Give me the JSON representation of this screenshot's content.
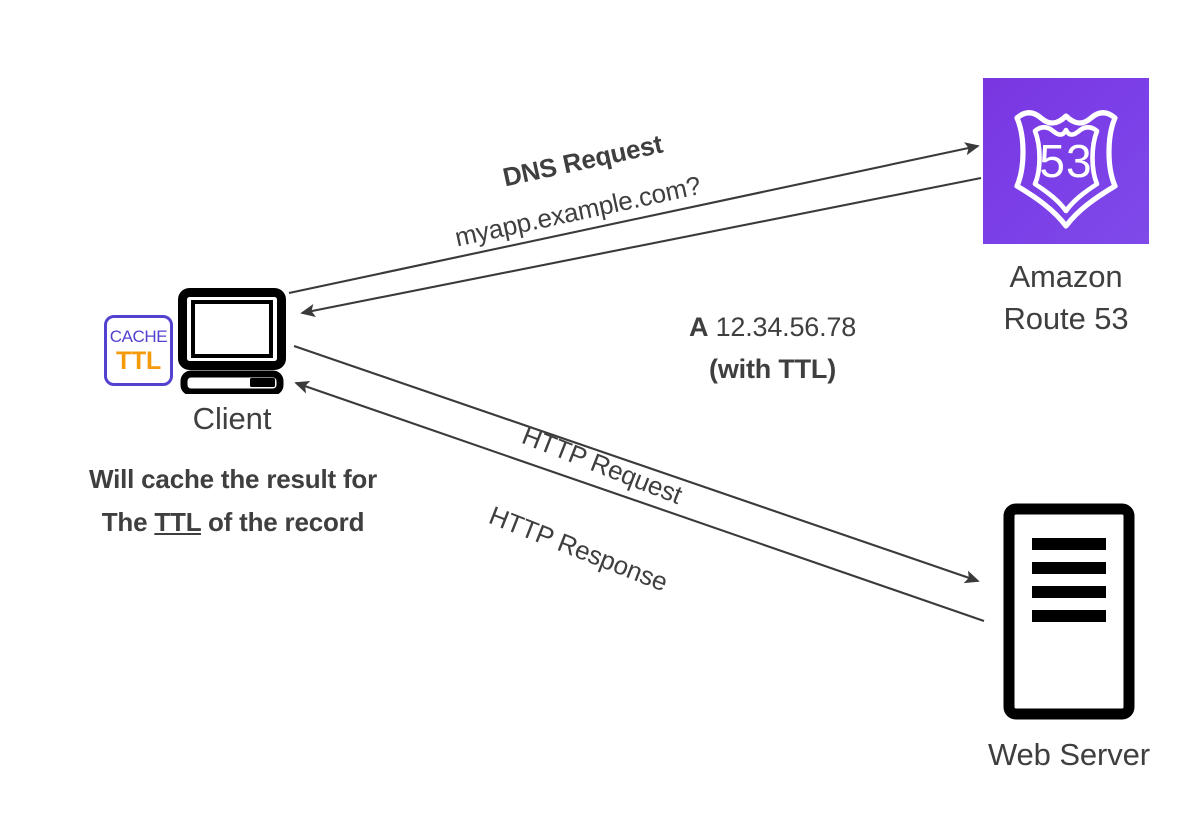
{
  "diagram": {
    "title": "DNS resolution with Route 53 and TTL caching",
    "colors": {
      "route53_purple_start": "#7a36e0",
      "route53_purple_end": "#7f4ae9",
      "text_gray": "#3f3f3f",
      "line_gray": "#404040",
      "cache_border_blue": "#5242cf",
      "ttl_orange": "#f59a0b",
      "icon_black": "#000000",
      "background": "#ffffff"
    }
  },
  "nodes": {
    "client": {
      "label": "Client",
      "icon": "desktop-computer-icon",
      "caption_line1": "Will cache the result for",
      "caption_line2_before": "The ",
      "caption_line2_underlined": "TTL",
      "caption_line2_after": " of the record",
      "badge": {
        "cache_word": "CACHE",
        "ttl_word": "TTL"
      }
    },
    "route53": {
      "label": "Amazon\nRoute 53",
      "icon": "aws-route53-shield-icon",
      "shield_number": "53"
    },
    "web_server": {
      "label": "Web Server",
      "icon": "server-tower-icon"
    }
  },
  "edges": {
    "dns_request": {
      "label_bold": "DNS Request",
      "label_plain": "myapp.example.com?",
      "from": "client",
      "to": "route53",
      "direction": "right"
    },
    "dns_response": {
      "label_prefix": "A",
      "label_value": " 12.34.56.78",
      "label_line2": "(with TTL)",
      "from": "route53",
      "to": "client",
      "direction": "left"
    },
    "http_request": {
      "label": "HTTP Request",
      "from": "client",
      "to": "web_server",
      "direction": "right"
    },
    "http_response": {
      "label": "HTTP Response",
      "from": "web_server",
      "to": "client",
      "direction": "left"
    }
  }
}
